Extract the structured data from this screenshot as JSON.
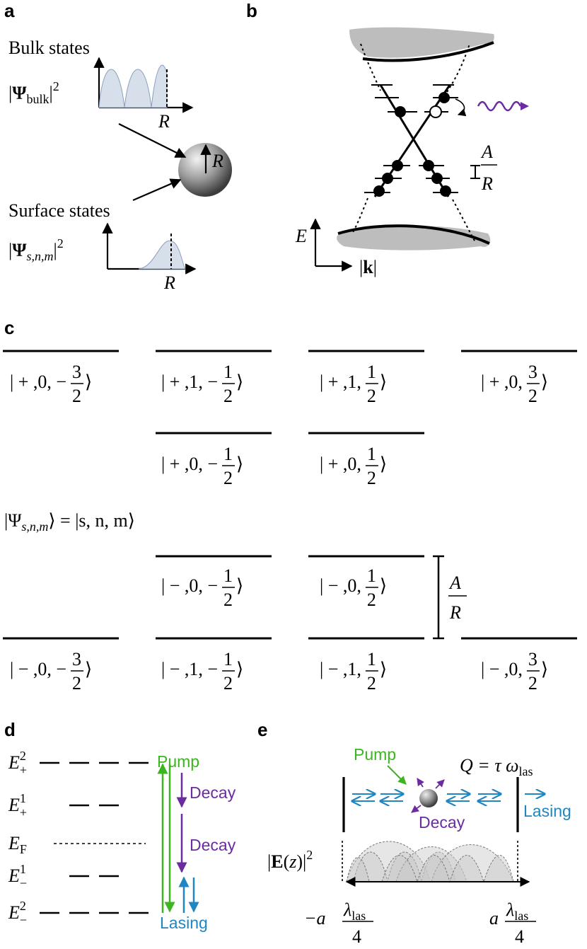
{
  "panels": {
    "a": {
      "label": "a",
      "bulk_title": "Bulk states",
      "bulk_psi": "Ψ",
      "bulk_sub": "bulk",
      "R": "R",
      "surface_title": "Surface states",
      "surface_psi": "Ψ",
      "surface_sub": "s,n,m"
    },
    "b": {
      "label": "b",
      "E": "E",
      "k": "k",
      "A": "A",
      "R": "R"
    },
    "c": {
      "label": "c",
      "state_def_lhs": "|Ψ",
      "state_def_sub": "s,n,m",
      "state_def_rhs": "⟩ = |s, n, m⟩",
      "gap_A": "A",
      "gap_R": "R",
      "states": [
        {
          "prefix": "| + ,0, −",
          "num": "3",
          "den": "2"
        },
        {
          "prefix": "| + ,1, −",
          "num": "1",
          "den": "2"
        },
        {
          "prefix": "| + ,1,",
          "num": "1",
          "den": "2"
        },
        {
          "prefix": "| + ,0,",
          "num": "3",
          "den": "2"
        },
        {
          "prefix": "| + ,0, −",
          "num": "1",
          "den": "2"
        },
        {
          "prefix": "| + ,0,",
          "num": "1",
          "den": "2"
        },
        {
          "prefix": "| − ,0, −",
          "num": "1",
          "den": "2"
        },
        {
          "prefix": "| − ,0,",
          "num": "1",
          "den": "2"
        },
        {
          "prefix": "| − ,0, −",
          "num": "3",
          "den": "2"
        },
        {
          "prefix": "| − ,1, −",
          "num": "1",
          "den": "2"
        },
        {
          "prefix": "| − ,1,",
          "num": "1",
          "den": "2"
        },
        {
          "prefix": "| − ,0,",
          "num": "3",
          "den": "2"
        }
      ]
    },
    "d": {
      "label": "d",
      "levels": [
        {
          "base": "E",
          "sub": "+",
          "sup": "2"
        },
        {
          "base": "E",
          "sub": "+",
          "sup": "1"
        },
        {
          "base": "E",
          "sub": "F",
          "sup": ""
        },
        {
          "base": "E",
          "sub": "−",
          "sup": "1"
        },
        {
          "base": "E",
          "sub": "−",
          "sup": "2"
        }
      ],
      "pump": "Pump",
      "decay": "Decay",
      "lasing": "Lasing"
    },
    "e": {
      "label": "e",
      "pump": "Pump",
      "decay": "Decay",
      "lasing": "Lasing",
      "Q_eq": "Q = τ ω",
      "Q_sub": "las",
      "field": "E",
      "left_coef": "−a",
      "right_coef": "a",
      "lambda_sub": "las",
      "den": "4"
    }
  },
  "colors": {
    "pump": "#3cb521",
    "decay": "#6a2c9e",
    "lasing": "#1f86c2",
    "bulk_fill": "#d7dfeb",
    "band_gray": "#bdbdbd"
  }
}
